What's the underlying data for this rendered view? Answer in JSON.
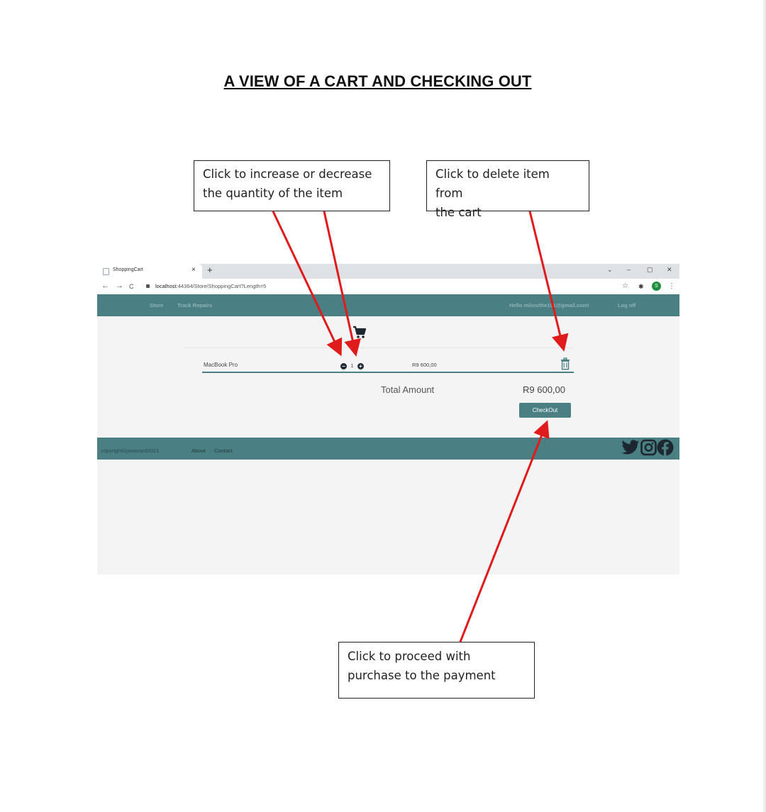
{
  "document": {
    "title": "A VIEW OF A CART AND CHECKING OUT"
  },
  "callouts": {
    "quantity": [
      "Click to increase or decrease",
      "the quantity of the item"
    ],
    "delete": [
      "Click to delete item from",
      "the cart"
    ],
    "checkout": [
      "Click to proceed with",
      "purchase to the payment"
    ]
  },
  "browser": {
    "tab_title": "ShoppingCart",
    "tab_close": "×",
    "new_tab": "+",
    "window_controls": {
      "dropdown": "⌄",
      "minimize": "–",
      "restore": "▢",
      "close": "✕"
    },
    "nav": {
      "back": "←",
      "forward": "→",
      "reload": "C"
    },
    "url_host": "localhost",
    "url_path": ":44364/Store/ShoppingCart?Length=5",
    "star": "☆",
    "extensions": "✱",
    "profile_initial": "S",
    "menu": "⋮"
  },
  "site": {
    "nav": {
      "store": "Store",
      "track_repairs": "Track Repairs",
      "greeting": "Hello milosithe101@gmail.com!",
      "logoff": "Log off"
    },
    "cart": {
      "items": [
        {
          "name": "MacBook Pro",
          "quantity": "1",
          "price": "R9 600,00"
        }
      ],
      "total_label": "Total Amount",
      "total_value": "R9 600,00",
      "checkout_label": "CheckOut"
    },
    "footer": {
      "copyright": "copyright©pcwizard2021",
      "about": "About",
      "contact": "Contact"
    }
  },
  "icons": {
    "cart": "cart-icon",
    "trash": "trash-icon",
    "minus": "minus-circle-icon",
    "plus": "plus-circle-icon",
    "twitter": "twitter-icon",
    "instagram": "instagram-icon",
    "facebook": "facebook-icon"
  },
  "colors": {
    "brand": "#4a7f84",
    "arrow": "#e01b1b",
    "background": "#f4f4f4"
  }
}
